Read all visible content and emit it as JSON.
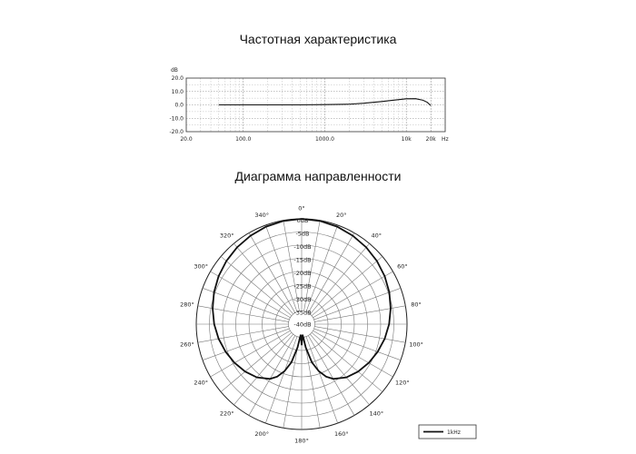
{
  "chart_data": [
    {
      "type": "line",
      "title": "Частотная характеристика",
      "ylabel": "dB",
      "xunit": "Hz",
      "xscale": "log",
      "xlim": [
        20,
        30000
      ],
      "ylim": [
        -20,
        20
      ],
      "grid": true,
      "x_ticks": [
        {
          "value": 20,
          "label": "20.0"
        },
        {
          "value": 100,
          "label": "100.0"
        },
        {
          "value": 1000,
          "label": "1000.0"
        },
        {
          "value": 10000,
          "label": "10k"
        },
        {
          "value": 20000,
          "label": "20k"
        }
      ],
      "y_ticks": [
        {
          "value": 20,
          "label": "20.0"
        },
        {
          "value": 10,
          "label": "10.0"
        },
        {
          "value": 0,
          "label": "0.0"
        },
        {
          "value": -10,
          "label": "-10.0"
        },
        {
          "value": -20,
          "label": "-20.0"
        }
      ],
      "series": [
        {
          "x": [
            50,
            100,
            200,
            500,
            1000,
            2000,
            3000,
            5000,
            7000,
            10000,
            13000,
            16000,
            18000,
            20000
          ],
          "y": [
            0,
            0,
            0,
            0,
            0.2,
            0.5,
            1.2,
            2.5,
            3.5,
            4.5,
            4.6,
            3.5,
            2.0,
            -0.5
          ]
        }
      ]
    },
    {
      "type": "polar",
      "title": "Диаграмма направленности",
      "rlim": [
        -40,
        0
      ],
      "r_ticks": [
        {
          "value": 0,
          "label": "0dB"
        },
        {
          "value": -5,
          "label": "-5dB"
        },
        {
          "value": -10,
          "label": "-10dB"
        },
        {
          "value": -15,
          "label": "-15dB"
        },
        {
          "value": -20,
          "label": "-20dB"
        },
        {
          "value": -25,
          "label": "-25dB"
        },
        {
          "value": -30,
          "label": "-30dB"
        },
        {
          "value": -35,
          "label": "-35dB"
        },
        {
          "value": -40,
          "label": "-40dB"
        }
      ],
      "angle_ticks": [
        {
          "value": 0,
          "label": "0°"
        },
        {
          "value": 20,
          "label": "20°"
        },
        {
          "value": 40,
          "label": "40°"
        },
        {
          "value": 60,
          "label": "60°"
        },
        {
          "value": 80,
          "label": "80°"
        },
        {
          "value": 100,
          "label": "100°"
        },
        {
          "value": 120,
          "label": "120°"
        },
        {
          "value": 140,
          "label": "140°"
        },
        {
          "value": 160,
          "label": "160°"
        },
        {
          "value": 180,
          "label": "180°"
        },
        {
          "value": 200,
          "label": "200°"
        },
        {
          "value": 220,
          "label": "220°"
        },
        {
          "value": 240,
          "label": "240°"
        },
        {
          "value": 260,
          "label": "260°"
        },
        {
          "value": 280,
          "label": "280°"
        },
        {
          "value": 300,
          "label": "300°"
        },
        {
          "value": 320,
          "label": "320°"
        },
        {
          "value": 340,
          "label": "340°"
        }
      ],
      "legend": {
        "position": "bottom-right",
        "label": "1kHz"
      },
      "series": [
        {
          "name": "1kHz",
          "angles": [
            0,
            10,
            20,
            30,
            40,
            50,
            60,
            70,
            80,
            90,
            100,
            110,
            120,
            130,
            140,
            150,
            155,
            160,
            165,
            170,
            175,
            180
          ],
          "values": [
            0,
            -0.2,
            -0.6,
            -1.2,
            -1.9,
            -2.7,
            -3.6,
            -4.6,
            -5.7,
            -6.8,
            -8.0,
            -9.3,
            -10.6,
            -12.0,
            -13.6,
            -16.0,
            -18.0,
            -21.0,
            -25.0,
            -31.0,
            -36.0,
            -32.0
          ]
        }
      ]
    }
  ]
}
